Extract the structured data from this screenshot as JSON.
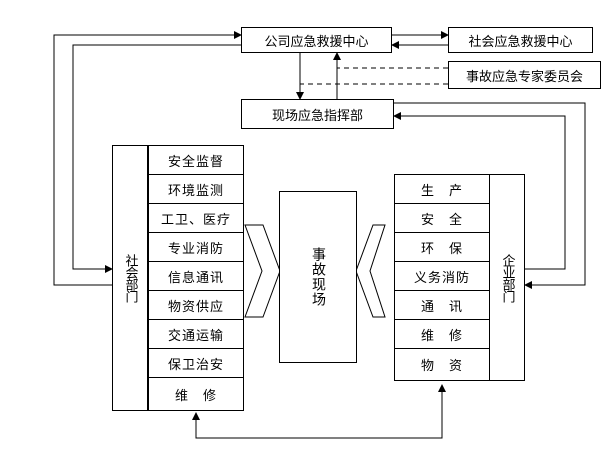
{
  "top": {
    "company_center": "公司应急救援中心",
    "social_center": "社会应急救援中心",
    "expert_committee": "事故应急专家委员会",
    "onsite_command": "现场应急指挥部"
  },
  "social_departments": {
    "title": "社会部门",
    "items": [
      "安全监督",
      "环境监测",
      "工卫、医疗",
      "专业消防",
      "信息通讯",
      "物资供应",
      "交通运输",
      "保卫治安",
      "维　修"
    ]
  },
  "enterprise_departments": {
    "title": "企业部门",
    "items": [
      "生　产",
      "安　全",
      "环　保",
      "义务消防",
      "通　讯",
      "维　修",
      "物　资"
    ]
  },
  "accident_scene": "事故现场"
}
